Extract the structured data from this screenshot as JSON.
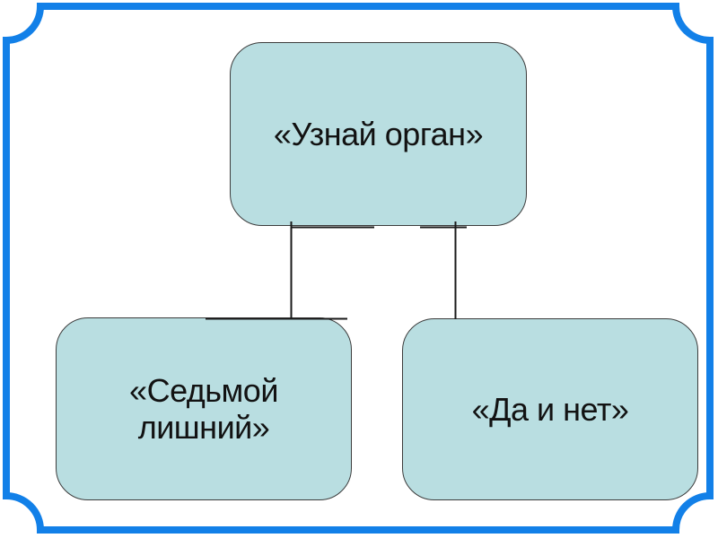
{
  "slide": {
    "diagram": {
      "root_node": {
        "label": "«Узнай орган»"
      },
      "left_node": {
        "line1": "«Седьмой",
        "line2": "лишний»"
      },
      "right_node": {
        "label": "«Да и нет»"
      }
    },
    "colors": {
      "frame": "#1280E8",
      "node_fill": "#B9DEE1",
      "node_border": "#3C3C3C",
      "connector": "#1A1A1A",
      "text": "#121212",
      "background": "#FFFFFF"
    }
  }
}
